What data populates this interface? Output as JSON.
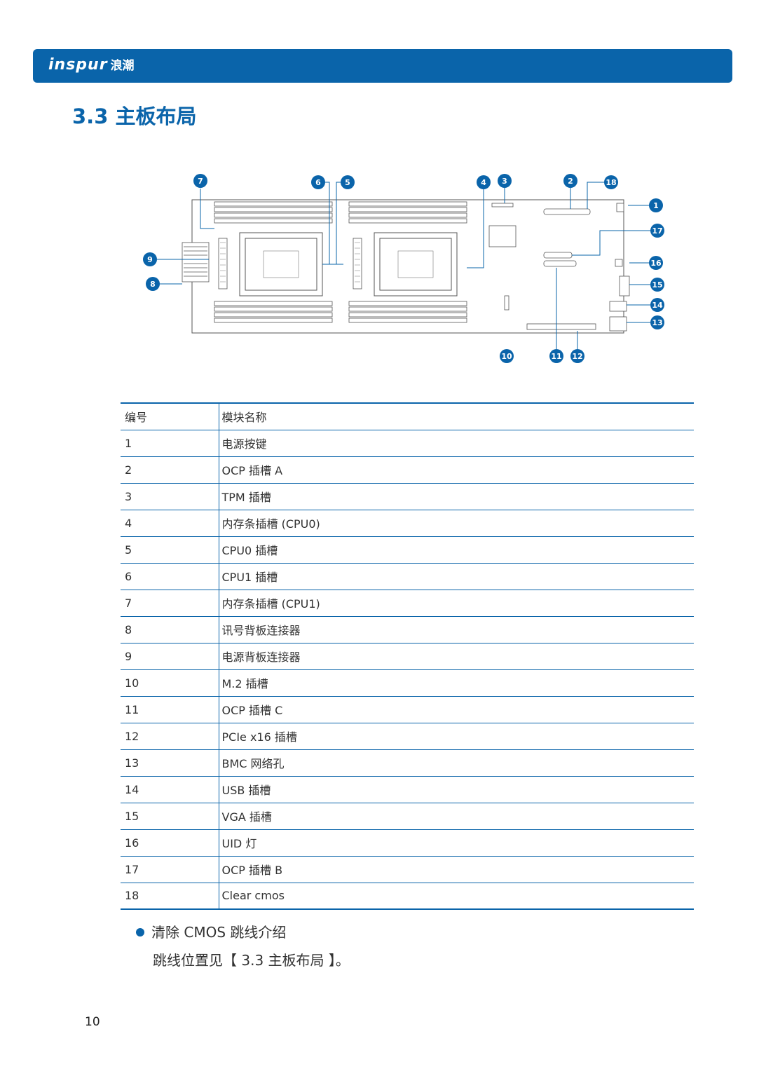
{
  "header": {
    "brand_latin": "inspur",
    "brand_cn": "浪潮"
  },
  "page_title": "3.3 主板布局",
  "diagram": {
    "callouts": [
      "1",
      "2",
      "3",
      "4",
      "5",
      "6",
      "7",
      "8",
      "9",
      "10",
      "11",
      "12",
      "13",
      "14",
      "15",
      "16",
      "17",
      "18"
    ]
  },
  "table": {
    "headers": [
      "编号",
      "模块名称"
    ],
    "rows": [
      [
        "1",
        "电源按键"
      ],
      [
        "2",
        "OCP 插槽 A"
      ],
      [
        "3",
        "TPM 插槽"
      ],
      [
        "4",
        "内存条插槽 (CPU0)"
      ],
      [
        "5",
        "CPU0 插槽"
      ],
      [
        "6",
        "CPU1 插槽"
      ],
      [
        "7",
        "内存条插槽 (CPU1)"
      ],
      [
        "8",
        "讯号背板连接器"
      ],
      [
        "9",
        "电源背板连接器"
      ],
      [
        "10",
        "M.2 插槽"
      ],
      [
        "11",
        "OCP 插槽 C"
      ],
      [
        "12",
        "PCIe x16 插槽"
      ],
      [
        "13",
        "BMC 网络孔"
      ],
      [
        "14",
        "USB 插槽"
      ],
      [
        "15",
        "VGA 插槽"
      ],
      [
        "16",
        "UID 灯"
      ],
      [
        "17",
        "OCP 插槽 B"
      ],
      [
        "18",
        "Clear cmos"
      ]
    ]
  },
  "bullet": "清除 CMOS 跳线介绍",
  "body_text": "跳线位置见【 3.3 主板布局 】。",
  "page_number": "10",
  "colors": {
    "accent": "#0a64aa"
  }
}
